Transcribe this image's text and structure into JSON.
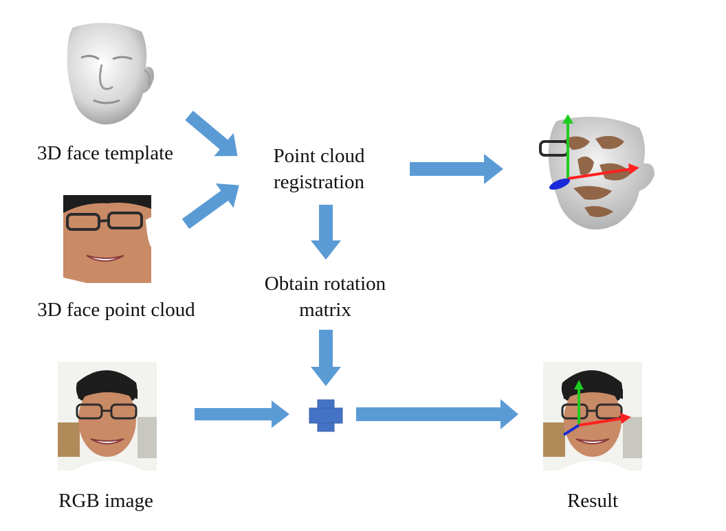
{
  "labels": {
    "template": "3D face template",
    "point_cloud": "3D face point cloud",
    "registration_line1": "Point cloud",
    "registration_line2": "registration",
    "rotation_line1": "Obtain rotation",
    "rotation_line2": "matrix",
    "rgb": "RGB image",
    "result": "Result"
  },
  "colors": {
    "arrow": "#5b9bd5",
    "plus": "#4472c4",
    "axis_x": "#ff2020",
    "axis_y": "#20cc20",
    "axis_z": "#1a2ad8",
    "skin": "#c98a66",
    "template_gray": "#d9d9d9",
    "hair": "#1d1d1d"
  },
  "images": [
    {
      "name": "3d-face-template-render",
      "depicts": "gray 3D face mesh"
    },
    {
      "name": "3d-face-point-cloud-photo",
      "depicts": "colored face point cloud with glasses"
    },
    {
      "name": "registered-face-render",
      "depicts": "aligned point cloud on mesh with pose axes"
    },
    {
      "name": "rgb-face-photo",
      "depicts": "smiling man with glasses"
    },
    {
      "name": "result-face-photo",
      "depicts": "face photo with pose axes overlay"
    }
  ]
}
